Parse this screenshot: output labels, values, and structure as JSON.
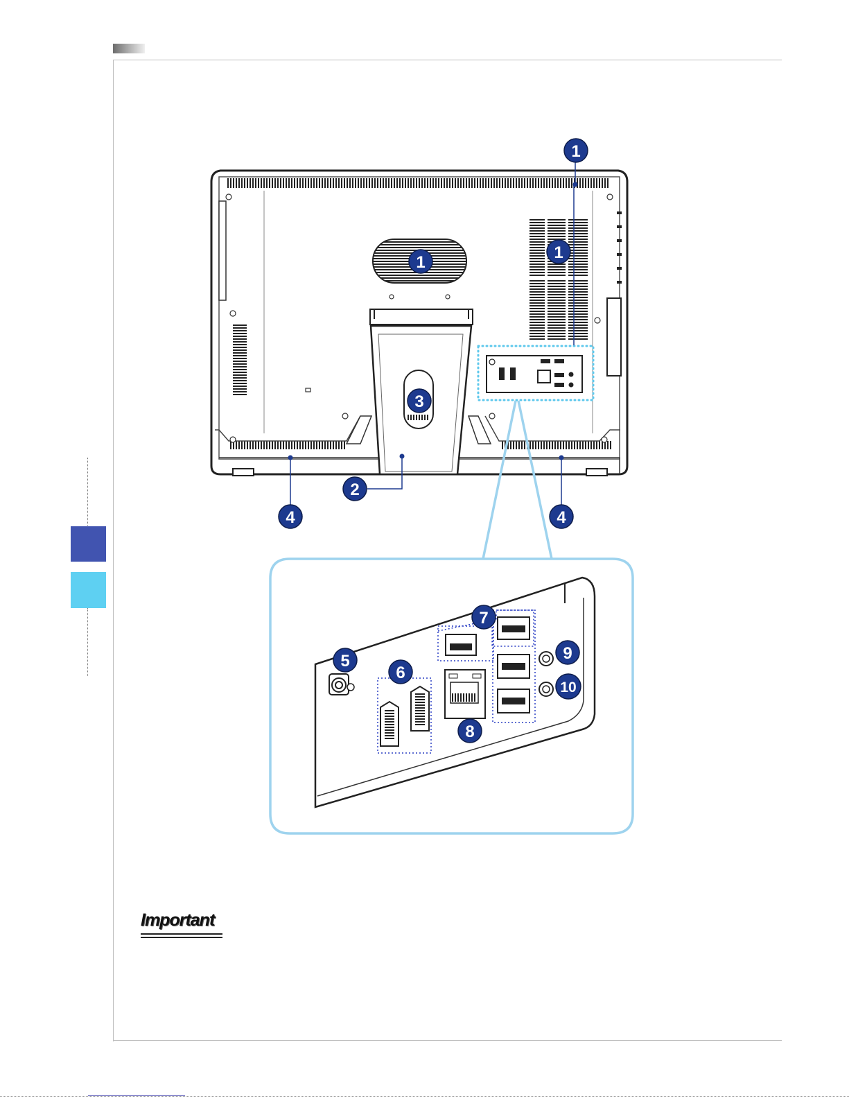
{
  "important": {
    "label": "Important"
  },
  "callouts": {
    "c1a": "1",
    "c1b": "1",
    "c1c": "1",
    "c2": "2",
    "c3": "3",
    "c4a": "4",
    "c4b": "4",
    "c5": "5",
    "c6": "6",
    "c7": "7",
    "c8": "8",
    "c9": "9",
    "c10": "10"
  },
  "colors": {
    "callout_fill": "#1d3a8f",
    "zoom_outline": "#9ed3ee",
    "port_group_dots": "#2a3fc4",
    "chapter_tab_dark": "#4154b0",
    "chapter_tab_light": "#5ed0f2"
  }
}
